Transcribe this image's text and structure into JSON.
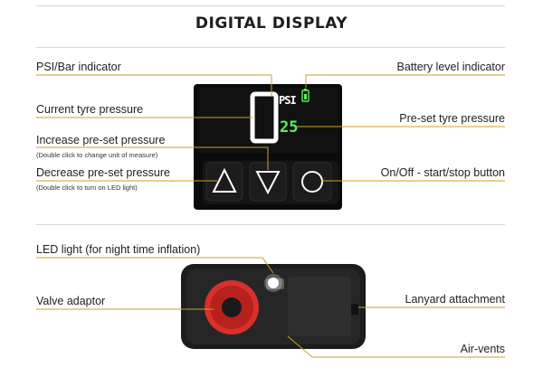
{
  "header": {
    "title": "DIGITAL DISPLAY"
  },
  "display": {
    "unit": "PSI",
    "current_pressure": "0",
    "preset_pressure": "25"
  },
  "labels": {
    "psi_bar_indicator": "PSI/Bar indicator",
    "battery_level_indicator": "Battery level indicator",
    "current_tyre_pressure": "Current tyre pressure",
    "preset_tyre_pressure": "Pre-set tyre pressure",
    "increase_preset": "Increase pre-set pressure",
    "increase_preset_note": "(Double click to change unit of measure)",
    "decrease_preset": "Decrease pre-set pressure",
    "decrease_preset_note": "(Double click to turn on LED light)",
    "on_off_button": "On/Off - start/stop button",
    "led_light": "LED light (for night time inflation)",
    "valve_adaptor": "Valve adaptor",
    "lanyard_attachment": "Lanyard attachment",
    "air_vents": "Air-vents"
  },
  "colors": {
    "leader_line": "#c9a227",
    "display_green": "#5df05a",
    "valve_red": "#d8302c"
  }
}
